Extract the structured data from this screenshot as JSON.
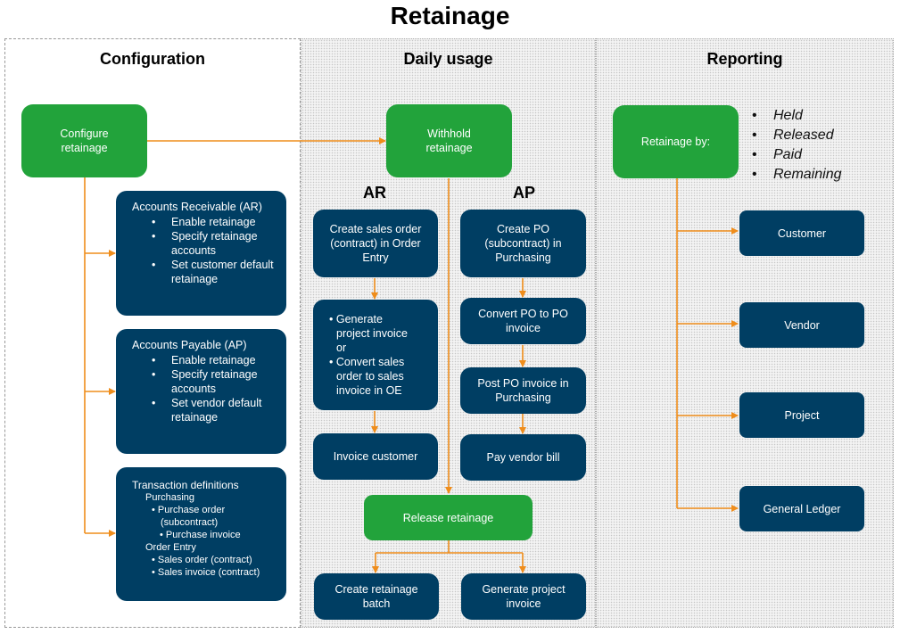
{
  "title": "Retainage",
  "panels": {
    "configuration": "Configuration",
    "daily_usage": "Daily usage",
    "reporting": "Reporting"
  },
  "configuration": {
    "configure": "Configure retainage",
    "ar": {
      "heading": "Accounts Receivable (AR)",
      "items": [
        "Enable retainage",
        "Specify retainage accounts",
        "Set customer default retainage"
      ]
    },
    "ap": {
      "heading": "Accounts Payable (AP)",
      "items": [
        "Enable retainage",
        "Specify retainage accounts",
        "Set vendor default retainage"
      ]
    },
    "transaction_definitions": {
      "heading": "Transaction definitions",
      "purchasing": "Purchasing",
      "purchase_order": "• Purchase order",
      "purchase_order_sub": "(subcontract)",
      "purchase_invoice": "• Purchase invoice",
      "order_entry": "Order Entry",
      "sales_order": "• Sales order (contract)",
      "sales_invoice": "• Sales invoice (contract)"
    }
  },
  "daily": {
    "withhold": "Withhold retainage",
    "ar_label": "AR",
    "ap_label": "AP",
    "create_sales_order": "Create sales order (contract) in Order Entry",
    "generate_invoice": {
      "l1": "• Generate",
      "l2": "project invoice",
      "l3": "or",
      "l4": "• Convert sales",
      "l5": "order to sales",
      "l6": "invoice in OE"
    },
    "invoice_customer": "Invoice customer",
    "create_po": "Create PO (subcontract) in Purchasing",
    "convert_po": "Convert PO to PO invoice",
    "post_po": "Post PO invoice in Purchasing",
    "pay_vendor": "Pay vendor bill",
    "release": "Release retainage",
    "create_batch": "Create retainage batch",
    "generate_project_invoice": "Generate project invoice"
  },
  "reporting": {
    "retainage_by": "Retainage by:",
    "statuses": [
      "Held",
      "Released",
      "Paid",
      "Remaining"
    ],
    "customer": "Customer",
    "vendor": "Vendor",
    "project": "Project",
    "general_ledger": "General Ledger"
  },
  "colors": {
    "green": "#22a33b",
    "navy": "#003e63",
    "connector": "#ef8d1b"
  }
}
